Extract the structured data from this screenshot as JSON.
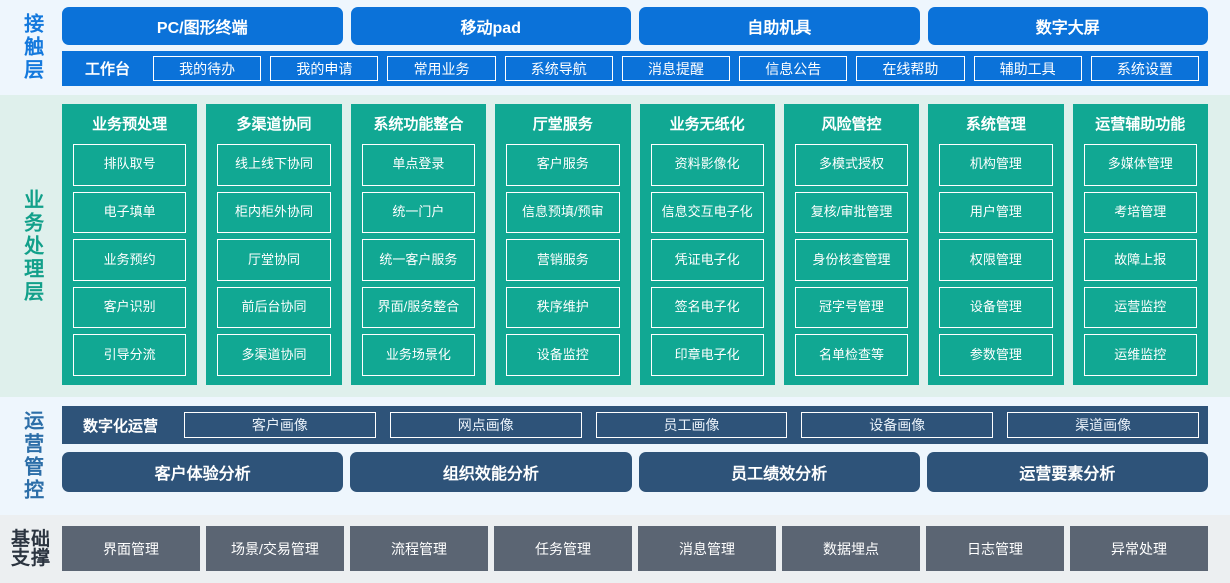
{
  "layers": {
    "contact": {
      "label": "接触层",
      "channels": [
        "PC/图形终端",
        "移动pad",
        "自助机具",
        "数字大屏"
      ],
      "workbench_label": "工作台",
      "menu": [
        "我的待办",
        "我的申请",
        "常用业务",
        "系统导航",
        "消息提醒",
        "信息公告",
        "在线帮助",
        "辅助工具",
        "系统设置"
      ],
      "colors": {
        "band_bg": "#eef6fd",
        "card": "#0b72d9",
        "label": "#1479dd"
      }
    },
    "business": {
      "label": "业务处理层",
      "columns": [
        {
          "title": "业务预处理",
          "items": [
            "排队取号",
            "电子填单",
            "业务预约",
            "客户识别",
            "引导分流"
          ]
        },
        {
          "title": "多渠道协同",
          "items": [
            "线上线下协同",
            "柜内柜外协同",
            "厅堂协同",
            "前后台协同",
            "多渠道协同"
          ]
        },
        {
          "title": "系统功能整合",
          "items": [
            "单点登录",
            "统一门户",
            "统一客户服务",
            "界面/服务整合",
            "业务场景化"
          ]
        },
        {
          "title": "厅堂服务",
          "items": [
            "客户服务",
            "信息预填/预审",
            "营销服务",
            "秩序维护",
            "设备监控"
          ]
        },
        {
          "title": "业务无纸化",
          "items": [
            "资料影像化",
            "信息交互电子化",
            "凭证电子化",
            "签名电子化",
            "印章电子化"
          ]
        },
        {
          "title": "风险管控",
          "items": [
            "多模式授权",
            "复核/审批管理",
            "身份核查管理",
            "冠字号管理",
            "名单检查等"
          ]
        },
        {
          "title": "系统管理",
          "items": [
            "机构管理",
            "用户管理",
            "权限管理",
            "设备管理",
            "参数管理"
          ]
        },
        {
          "title": "运营辅助功能",
          "items": [
            "多媒体管理",
            "考培管理",
            "故障上报",
            "运营监控",
            "运维监控"
          ]
        }
      ],
      "colors": {
        "band_bg": "#dff0ec",
        "card": "#11a893",
        "label": "#12a08a"
      }
    },
    "operations": {
      "label": "运营管控",
      "digital_label": "数字化运营",
      "portraits": [
        "客户画像",
        "网点画像",
        "员工画像",
        "设备画像",
        "渠道画像"
      ],
      "analyses": [
        "客户体验分析",
        "组织效能分析",
        "员工绩效分析",
        "运营要素分析"
      ],
      "colors": {
        "band_bg": "#eef6fd",
        "card": "#2e5379",
        "label": "#2c6ea8"
      }
    },
    "foundation": {
      "label_line1": "基础",
      "label_line2": "支撑",
      "items": [
        "界面管理",
        "场景/交易管理",
        "流程管理",
        "任务管理",
        "消息管理",
        "数据埋点",
        "日志管理",
        "异常处理"
      ],
      "colors": {
        "band_bg": "#eceff1",
        "card": "#5b6573",
        "label": "#2b3440"
      }
    }
  }
}
